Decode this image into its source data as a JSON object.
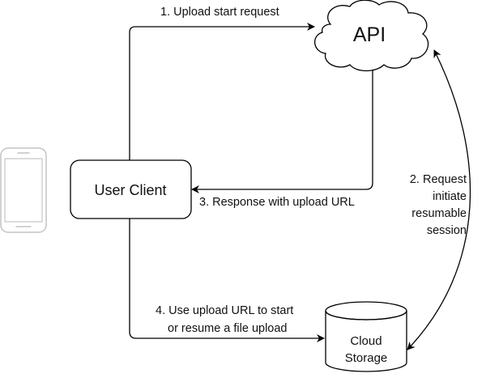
{
  "nodes": {
    "api": "API",
    "user_client": "User Client",
    "cloud_storage_line1": "Cloud",
    "cloud_storage_line2": "Storage"
  },
  "edges": {
    "step1": "1. Upload start request",
    "step2_line1": "2. Request",
    "step2_line2": "initiate",
    "step2_line3": "resumable",
    "step2_line4": "session",
    "step3": "3. Response with upload URL",
    "step4_line1": "4. Use upload URL to start",
    "step4_line2": "or resume a file upload"
  },
  "icons": {
    "device": "smartphone-icon"
  },
  "colors": {
    "stroke": "#000000",
    "phone_outline": "#c8c8c8"
  }
}
